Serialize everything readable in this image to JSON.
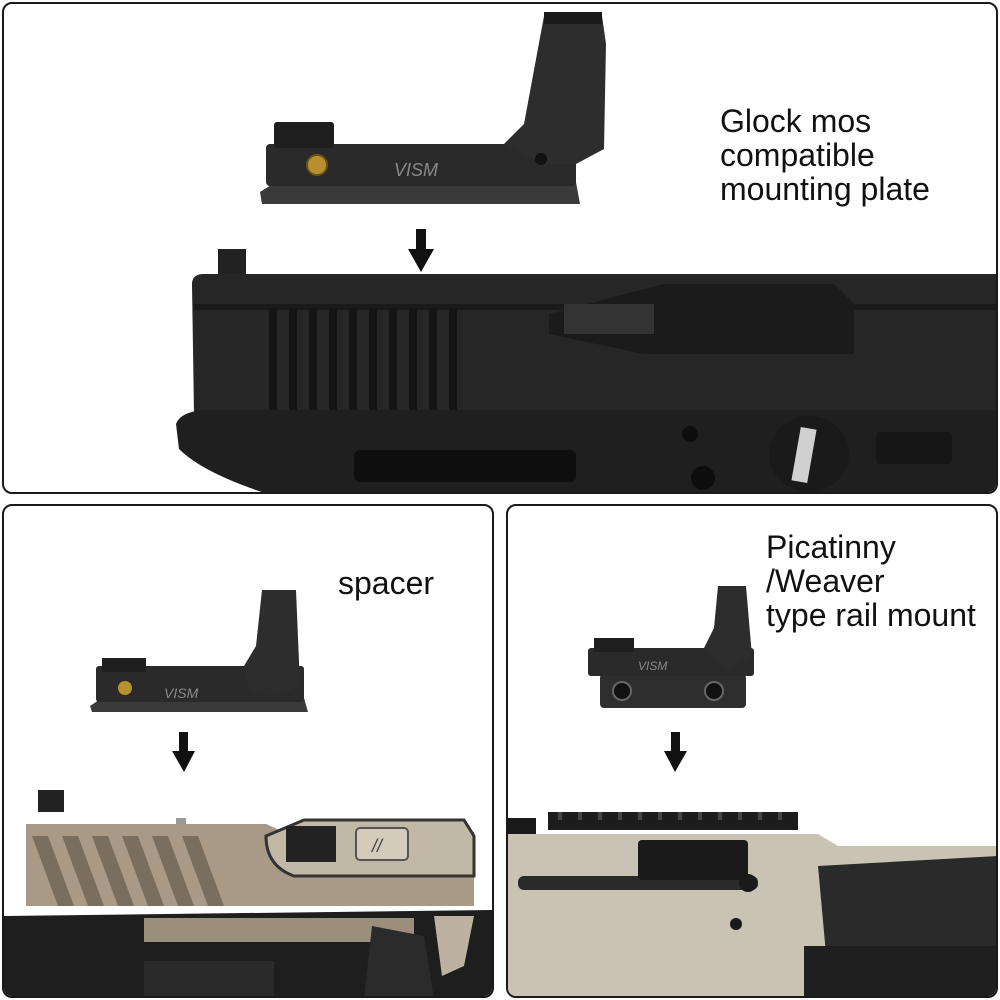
{
  "panels": {
    "top": {
      "caption": "Glock mos\ncompatible\nmounting plate",
      "logo_text": "VISM"
    },
    "bottom_left": {
      "caption": "spacer",
      "logo_text": "VISM",
      "slide_mark": "//"
    },
    "bottom_right": {
      "caption": "Picatinny\n/Weaver\ntype rail mount",
      "logo_text": "VISM"
    }
  },
  "colors": {
    "border": "#1a1a1a",
    "metal_dark": "#2b2b2b",
    "slide_fde": "#a89a86",
    "shotgun_tan": "#c9c3b4",
    "brass": "#b8902e"
  },
  "icons": [
    "down-arrow-icon"
  ]
}
